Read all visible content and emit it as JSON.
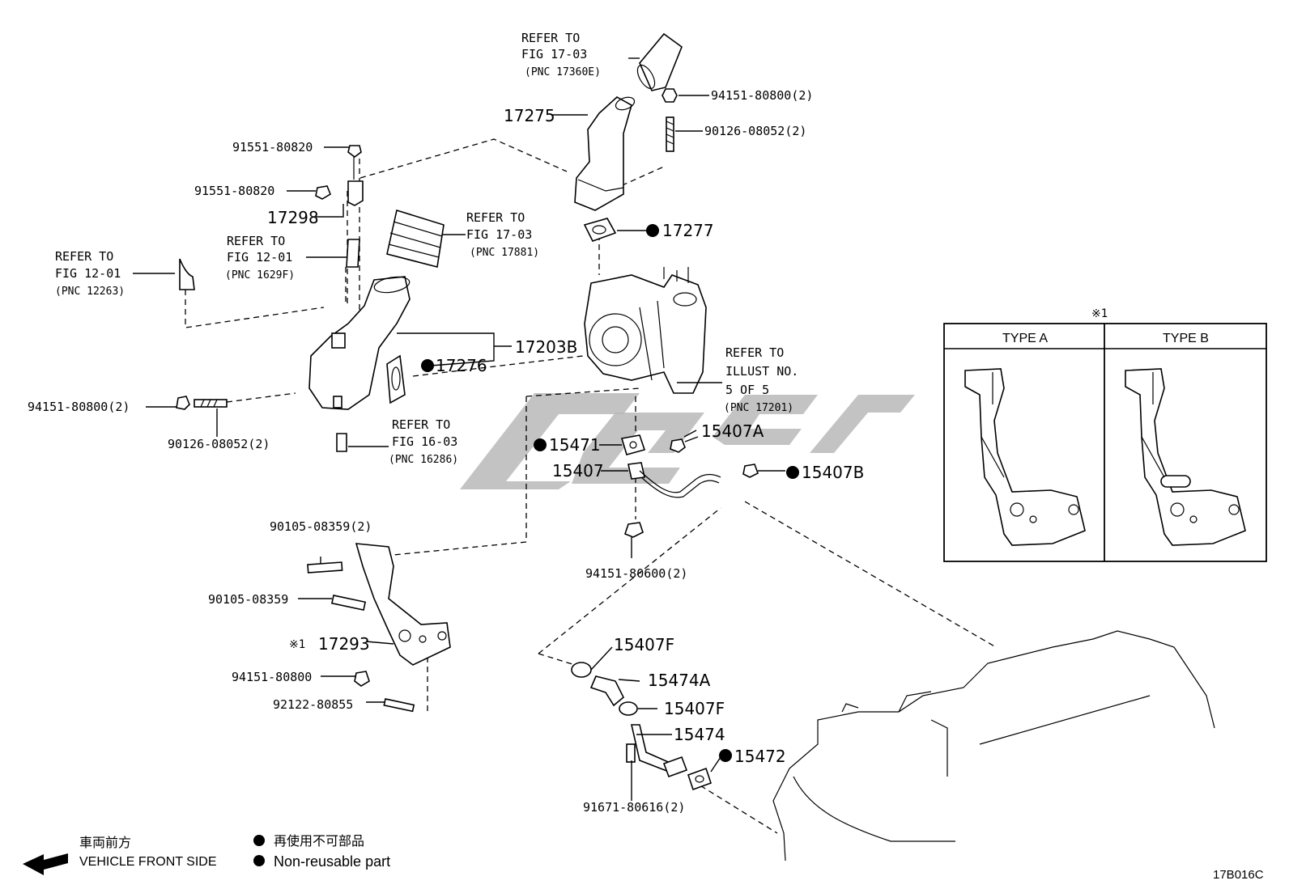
{
  "refs": {
    "fig1703_top": [
      "REFER TO",
      "FIG 17-03",
      "(PNC 17360E)"
    ],
    "fig1703_mid": [
      "REFER TO",
      "FIG 17-03",
      "(PNC 17881)"
    ],
    "fig1201_a": [
      "REFER TO",
      "FIG 12-01",
      "(PNC 12263)"
    ],
    "fig1201_b": [
      "REFER TO",
      "FIG 12-01",
      "(PNC 1629F)"
    ],
    "fig1603": [
      "REFER TO",
      "FIG 16-03",
      "(PNC 16286)"
    ],
    "illust": [
      "REFER TO",
      "ILLUST NO.",
      "5 OF 5",
      "(PNC 17201)"
    ]
  },
  "parts": {
    "p94151_80800_2_top": "94151-80800(2)",
    "p90126_08052_2_top": "90126-08052(2)",
    "p17275": "17275",
    "p91551_80820_a": "91551-80820",
    "p91551_80820_b": "91551-80820",
    "p17298": "17298",
    "p17277": "17277",
    "p17203B": "17203B",
    "p17276": "17276",
    "p94151_80800_2_left": "94151-80800(2)",
    "p90126_08052_2_left": "90126-08052(2)",
    "p15471": "15471",
    "p15407A": "15407A",
    "p15407": "15407",
    "p15407B": "15407B",
    "p94151_80600_2": "94151-80600(2)",
    "p90105_08359_2": "90105-08359(2)",
    "p90105_08359": "90105-08359",
    "p17293_mark": "※1",
    "p17293": "17293",
    "p94151_80800": "94151-80800",
    "p92122_80855": "92122-80855",
    "p15407F_a": "15407F",
    "p15474A": "15474A",
    "p15407F_b": "15407F",
    "p15474": "15474",
    "p15472": "15472",
    "p91671_80616_2": "91671-80616(2)"
  },
  "inset": {
    "mark": "※1",
    "type_a": "TYPE A",
    "type_b": "TYPE B"
  },
  "legend": {
    "front_jp": "車両前方",
    "front_en": "VEHICLE FRONT SIDE",
    "nonreuse_jp": "再使用不可部品",
    "nonreuse_en": "Non-reusable part"
  },
  "figure_code": "17B016C",
  "colors": {
    "ink": "#000000",
    "watermark": "#b8b8b8"
  }
}
